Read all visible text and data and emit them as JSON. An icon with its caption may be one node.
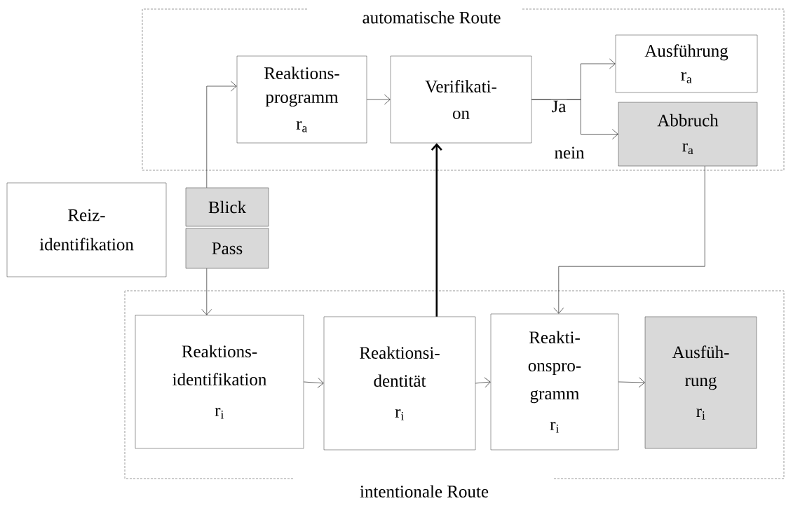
{
  "diagram": {
    "nodes": [
      {
        "text": [
          "automatische Route"
        ]
      },
      {
        "text": [
          "Reaktions- programm",
          "r$_{a}$"
        ],
        "in": 0
      },
      {
        "text": [
          "Verifikati- on"
        ],
        "in": 0
      },
      {
        "text": [
          "Ausführung",
          "r$_{a}$"
        ],
        "in": 0
      },
      {
        "text": [
          "Abbruch",
          "r$_{a}$"
        ],
        "in": 0
      },
      {
        "text": [
          "Reiz- identifikation"
        ]
      },
      {
        "text": [
          "Blick"
        ]
      },
      {
        "text": [
          "Pass"
        ]
      },
      {
        "text": [
          "intentionale Route"
        ]
      },
      {
        "text": [
          "Reaktions- identifikation",
          "r$_{i}$"
        ],
        "in": 8
      },
      {
        "text": [
          "Reaktionsi- dentität",
          "r$_{i}$"
        ],
        "in": 8
      },
      {
        "text": [
          "Reakti- onspro- gramm",
          "r$_{i}$"
        ],
        "in": 8
      },
      {
        "text": [
          "Ausfüh- rung",
          "r$_{i}$"
        ],
        "in": 8
      }
    ],
    "edges": [
      {
        "from": 6,
        "to": 1,
        "arrow": "to"
      },
      {
        "from": 7,
        "to": 9,
        "arrow": "to"
      },
      {
        "from": 1,
        "to": 2,
        "arrow": "to"
      },
      {
        "from": 2,
        "to": 3,
        "arrow": "to",
        "label": "Ja"
      },
      {
        "from": 2,
        "to": 4,
        "arrow": "to",
        "label": "nein"
      },
      {
        "from": 10,
        "to": 2,
        "arrow": "to",
        "style": "thick"
      },
      {
        "from": 4,
        "to": 11,
        "arrow": "to"
      },
      {
        "from": 9,
        "to": 10,
        "arrow": "to"
      },
      {
        "from": 10,
        "to": 11,
        "arrow": "to"
      },
      {
        "from": 11,
        "to": 12,
        "arrow": "to"
      }
    ]
  }
}
